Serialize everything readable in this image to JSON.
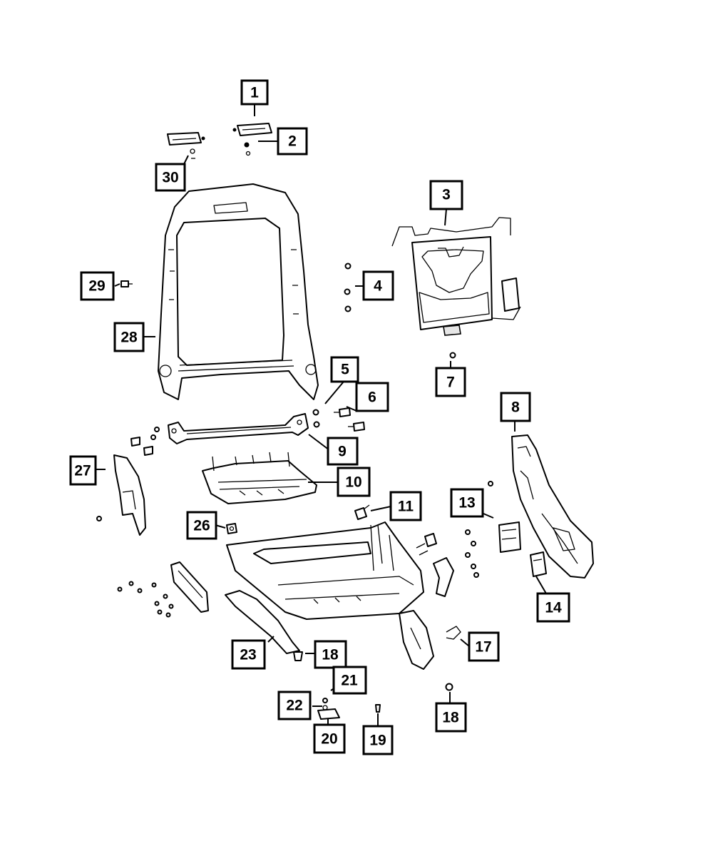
{
  "callouts": [
    {
      "id": "c1",
      "label": "1"
    },
    {
      "id": "c2",
      "label": "2"
    },
    {
      "id": "c3",
      "label": "3"
    },
    {
      "id": "c4",
      "label": "4"
    },
    {
      "id": "c5",
      "label": "5"
    },
    {
      "id": "c6",
      "label": "6"
    },
    {
      "id": "c7",
      "label": "7"
    },
    {
      "id": "c8",
      "label": "8"
    },
    {
      "id": "c9",
      "label": "9"
    },
    {
      "id": "c10",
      "label": "10"
    },
    {
      "id": "c11",
      "label": "11"
    },
    {
      "id": "c13",
      "label": "13"
    },
    {
      "id": "c14",
      "label": "14"
    },
    {
      "id": "c17",
      "label": "17"
    },
    {
      "id": "c18a",
      "label": "18"
    },
    {
      "id": "c18b",
      "label": "18"
    },
    {
      "id": "c19",
      "label": "19"
    },
    {
      "id": "c20",
      "label": "20"
    },
    {
      "id": "c21",
      "label": "21"
    },
    {
      "id": "c22",
      "label": "22"
    },
    {
      "id": "c23",
      "label": "23"
    },
    {
      "id": "c26",
      "label": "26"
    },
    {
      "id": "c27",
      "label": "27"
    },
    {
      "id": "c28",
      "label": "28"
    },
    {
      "id": "c29",
      "label": "29"
    },
    {
      "id": "c30",
      "label": "30"
    }
  ],
  "colors": {
    "line": "#000000",
    "background": "#ffffff"
  }
}
